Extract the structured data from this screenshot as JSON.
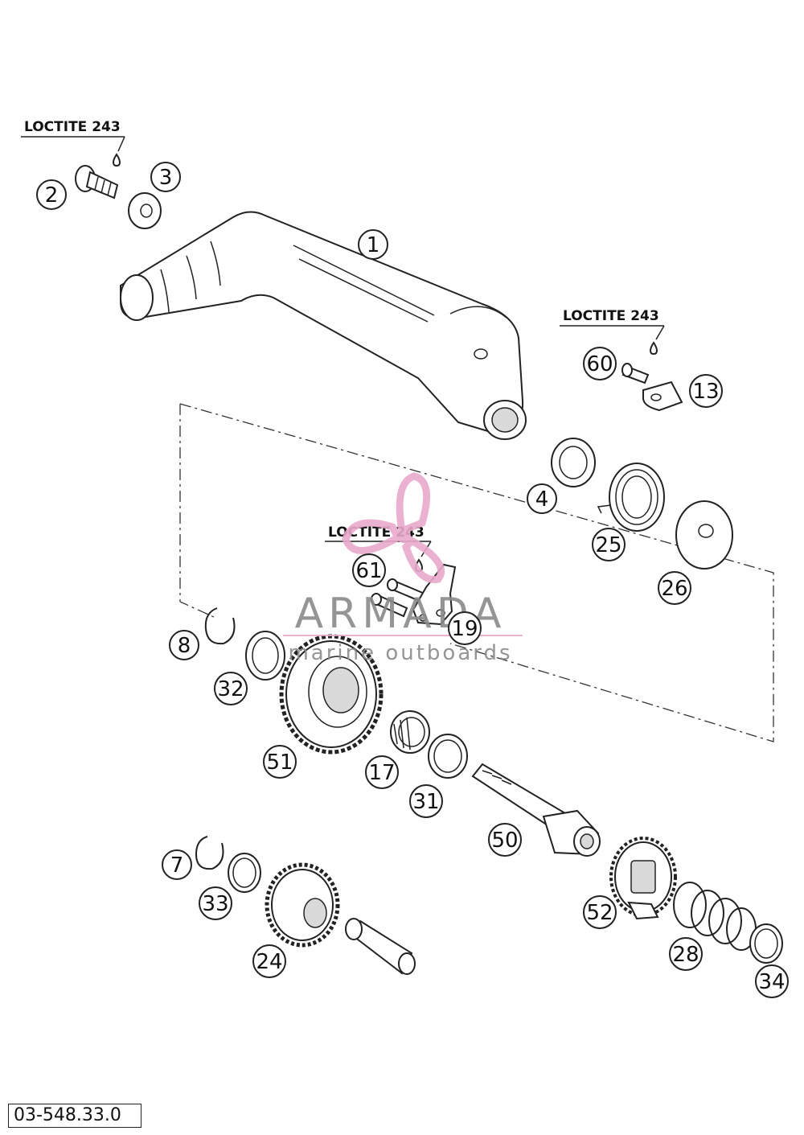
{
  "diagram": {
    "reference_code": "03-548.33.0",
    "adhesive_notes": [
      {
        "id": "note-1",
        "text": "LOCTITE 243"
      },
      {
        "id": "note-2",
        "text": "LOCTITE 243"
      },
      {
        "id": "note-3",
        "text": "LOCTITE 243"
      }
    ],
    "part_numbers": [
      "1",
      "2",
      "3",
      "4",
      "7",
      "8",
      "13",
      "17",
      "19",
      "24",
      "25",
      "26",
      "28",
      "31",
      "32",
      "33",
      "34",
      "50",
      "51",
      "52",
      "60",
      "61"
    ],
    "watermark": {
      "brand": "ARMADA",
      "tagline": "marine outboards",
      "brand_color": "#7a7a7a",
      "logo_color": "#e9a9cb"
    }
  }
}
